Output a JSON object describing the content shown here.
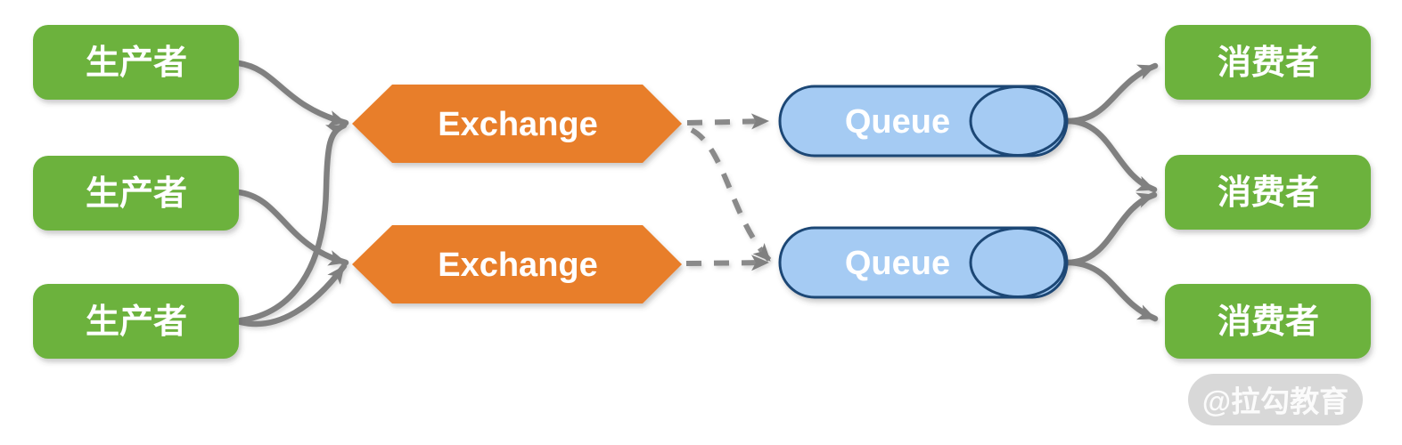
{
  "diagram": {
    "type": "message-queue-architecture",
    "nodes": {
      "producers": [
        {
          "id": "producer-1",
          "label": "生产者"
        },
        {
          "id": "producer-2",
          "label": "生产者"
        },
        {
          "id": "producer-3",
          "label": "生产者"
        }
      ],
      "exchanges": [
        {
          "id": "exchange-1",
          "label": "Exchange"
        },
        {
          "id": "exchange-2",
          "label": "Exchange"
        }
      ],
      "queues": [
        {
          "id": "queue-1",
          "label": "Queue"
        },
        {
          "id": "queue-2",
          "label": "Queue"
        }
      ],
      "consumers": [
        {
          "id": "consumer-1",
          "label": "消费者"
        },
        {
          "id": "consumer-2",
          "label": "消费者"
        },
        {
          "id": "consumer-3",
          "label": "消费者"
        }
      ]
    },
    "edges": [
      {
        "from": "producer-1",
        "to": "exchange-1",
        "style": "solid"
      },
      {
        "from": "producer-2",
        "to": "exchange-2",
        "style": "solid"
      },
      {
        "from": "producer-3",
        "to": "exchange-1",
        "style": "solid"
      },
      {
        "from": "producer-3",
        "to": "exchange-2",
        "style": "solid"
      },
      {
        "from": "exchange-1",
        "to": "queue-1",
        "style": "dashed"
      },
      {
        "from": "exchange-1",
        "to": "queue-2",
        "style": "dashed"
      },
      {
        "from": "exchange-2",
        "to": "queue-2",
        "style": "dashed"
      },
      {
        "from": "queue-1",
        "to": "consumer-1",
        "style": "solid"
      },
      {
        "from": "queue-1",
        "to": "consumer-2",
        "style": "solid"
      },
      {
        "from": "queue-2",
        "to": "consumer-2",
        "style": "solid"
      },
      {
        "from": "queue-2",
        "to": "consumer-3",
        "style": "solid"
      }
    ],
    "watermark": {
      "text": "@拉勾教育"
    },
    "colors": {
      "background": "#FFFFFF",
      "producer_consumer_fill": "#6CB23E",
      "exchange_fill": "#E87E2B",
      "queue_fill": "#A5CBF3",
      "queue_stroke": "#1B4675",
      "arrow": "#808080",
      "watermark_bg": "#D8D8D8",
      "label_text": "#FFFFFF"
    }
  }
}
